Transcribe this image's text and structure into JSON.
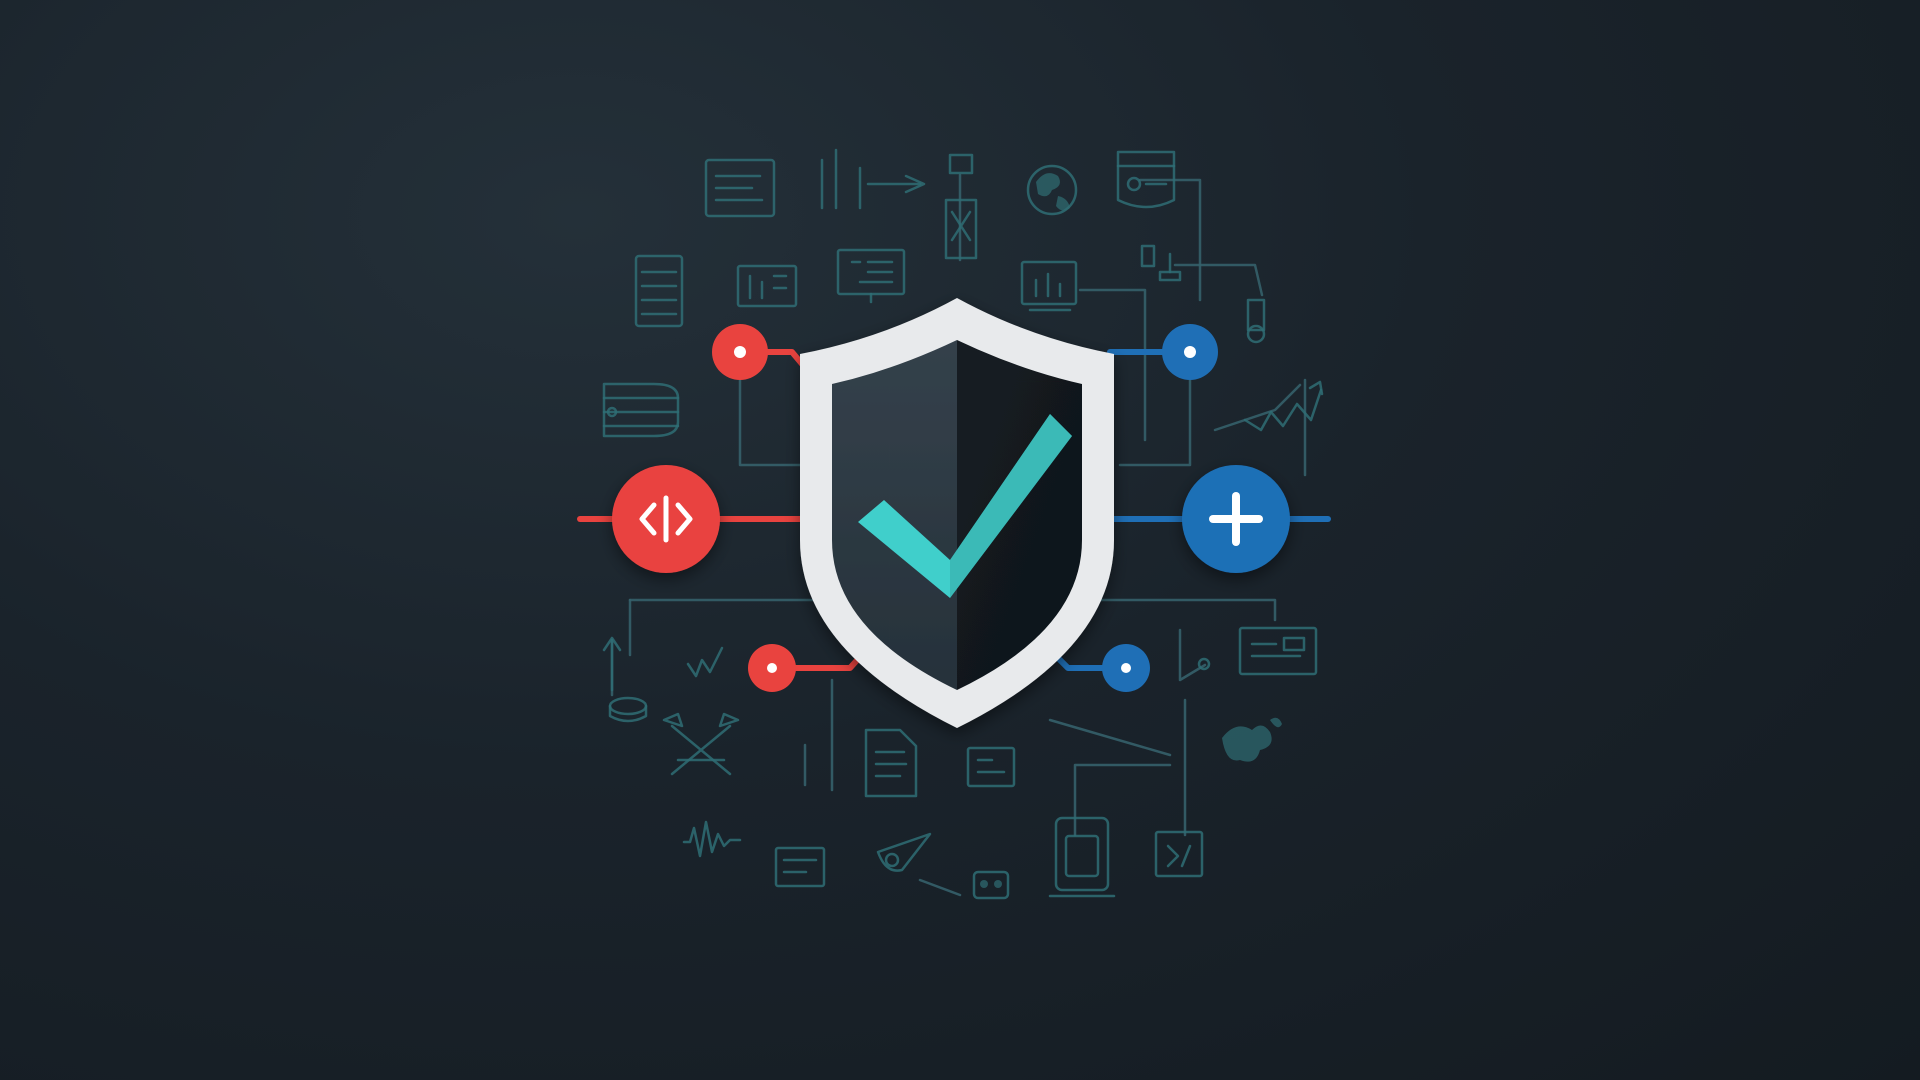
{
  "colors": {
    "background": "#1a232b",
    "accent_red": "#e9433f",
    "accent_blue": "#1f6fb6",
    "check_teal": "#3fcfcb",
    "shield_border": "#e8eaec",
    "shield_inner_dark": "#121a20",
    "shield_inner_light": "#2c3740",
    "circuit_icons": "#2f6d74"
  },
  "icons": {
    "central": "shield-check-icon",
    "left_large": "code-brackets-icon",
    "right_large": "plus-icon",
    "nodes": [
      "red-node-top",
      "red-node-bottom",
      "blue-node-top",
      "blue-node-bottom"
    ],
    "background_glyphs": [
      "document-icon",
      "bar-chart-icon",
      "arrow-icon",
      "satellite-icon",
      "globe-icon",
      "database-card-icon",
      "server-rack-icon",
      "dashboard-icon",
      "monitor-icon",
      "chart-monitor-icon",
      "plug-icon",
      "storage-stack-icon",
      "trend-chart-icon",
      "code-window-icon",
      "file-text-icon",
      "waveform-icon",
      "tools-icon",
      "map-icon",
      "tablet-icon",
      "terminal-icon",
      "robot-icon",
      "pen-icon"
    ]
  }
}
